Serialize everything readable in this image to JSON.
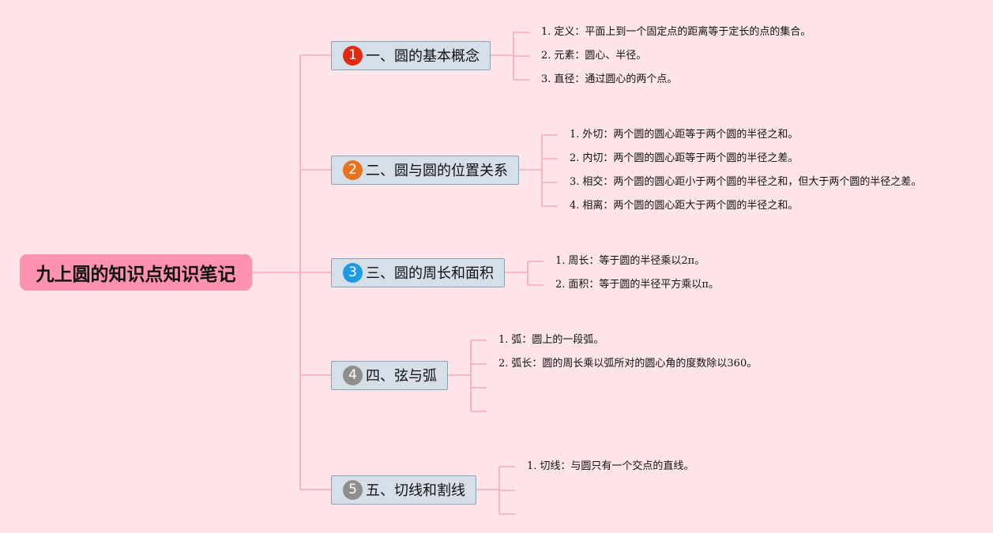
{
  "root": {
    "title": "九上圆的知识点知识笔记"
  },
  "colors": {
    "background": "#ffe4ea",
    "root_fill": "#ff92ad",
    "branch_fill": "#d4dfe7",
    "branch_border": "#8aa2b3",
    "connector": "#f7a9bf"
  },
  "branches": [
    {
      "badge": "1",
      "badge_color": "#e02b12",
      "label": "一、圆的基本概念",
      "items": [
        {
          "num": "1.",
          "text": "定义：平面上到一个固定点的距离等于定长的点的集合。"
        },
        {
          "num": "2.",
          "text": "元素：圆心、半径。"
        },
        {
          "num": "3.",
          "text": "直径：通过圆心的两个点。"
        }
      ],
      "empty_slots": 0
    },
    {
      "badge": "2",
      "badge_color": "#e8721d",
      "label": "二、圆与圆的位置关系",
      "items": [
        {
          "num": "1.",
          "text": "外切：两个圆的圆心距等于两个圆的半径之和。"
        },
        {
          "num": "2.",
          "text": "内切：两个圆的圆心距等于两个圆的半径之差。"
        },
        {
          "num": "3.",
          "text": "相交：两个圆的圆心距小于两个圆的半径之和，但大于两个圆的半径之差。"
        },
        {
          "num": "4.",
          "text": "相离：两个圆的圆心距大于两个圆的半径之和。"
        }
      ],
      "empty_slots": 0
    },
    {
      "badge": "3",
      "badge_color": "#1f9ae0",
      "label": "三、圆的周长和面积",
      "items": [
        {
          "num": "1.",
          "text": "周长：等于圆的半径乘以2π。"
        },
        {
          "num": "2.",
          "text": "面积：等于圆的半径平方乘以π。"
        }
      ],
      "empty_slots": 0
    },
    {
      "badge": "4",
      "badge_color": "#8e8e8e",
      "label": "四、弦与弧",
      "items": [
        {
          "num": "1.",
          "text": "弧：圆上的一段弧。"
        },
        {
          "num": "2.",
          "text": "弧长：圆的周长乘以弧所对的圆心角的度数除以360。"
        }
      ],
      "empty_slots": 2
    },
    {
      "badge": "5",
      "badge_color": "#8e8e8e",
      "label": "五、切线和割线",
      "items": [
        {
          "num": "1.",
          "text": "切线：与圆只有一个交点的直线。"
        }
      ],
      "empty_slots": 2
    }
  ]
}
